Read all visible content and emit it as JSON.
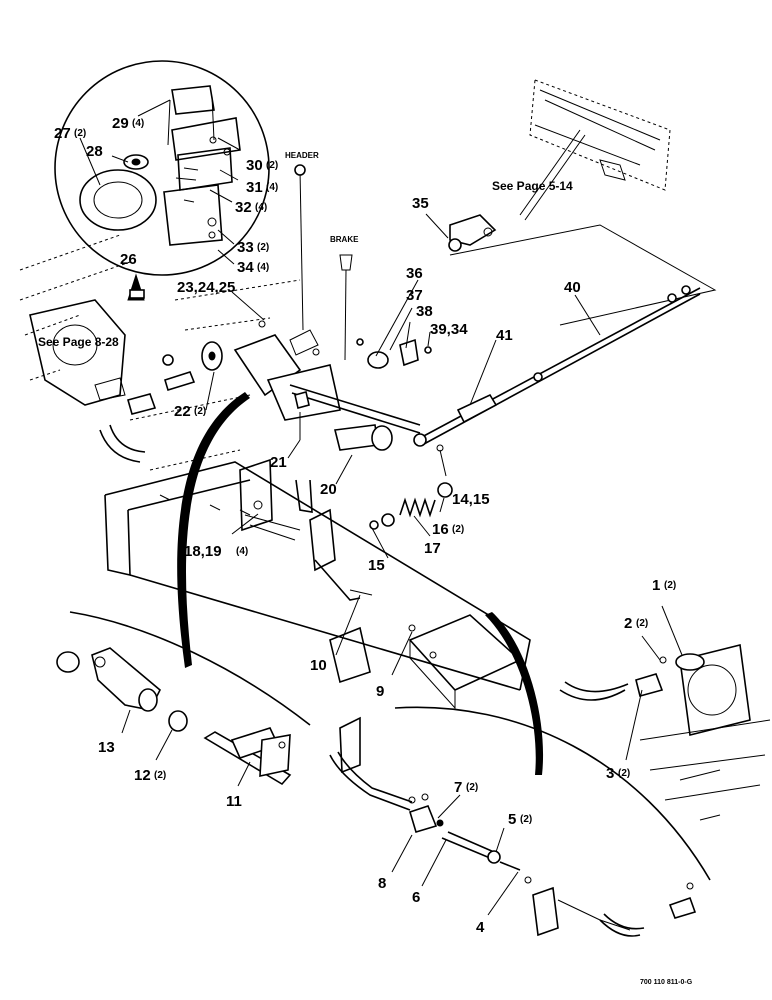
{
  "labels": {
    "p1": "1",
    "p1q": "(2)",
    "p2": "2",
    "p2q": "(2)",
    "p3": "3",
    "p3q": "(2)",
    "p4": "4",
    "p5": "5",
    "p5q": "(2)",
    "p6": "6",
    "p7": "7",
    "p7q": "(2)",
    "p8": "8",
    "p9": "9",
    "p10": "10",
    "p11": "11",
    "p12": "12",
    "p12q": "(2)",
    "p13": "13",
    "p14": "14,15",
    "p15": "15",
    "p16": "16",
    "p16q": "(2)",
    "p17": "17",
    "p18": "18,19",
    "p18q": "(4)",
    "p20": "20",
    "p21": "21",
    "p22": "22",
    "p22q": "(2)",
    "p23": "23,24,25",
    "p26": "26",
    "p27": "27",
    "p27q": "(2)",
    "p28": "28",
    "p29": "29",
    "p29q": "(4)",
    "p30": "30",
    "p30q": "(2)",
    "p31": "31",
    "p31q": "(4)",
    "p32": "32",
    "p32q": "(4)",
    "p33": "33",
    "p33q": "(2)",
    "p34": "34",
    "p34q": "(4)",
    "p35": "35",
    "p36": "36",
    "p37": "37",
    "p38": "38",
    "p39": "39,34",
    "p40": "40",
    "p41": "41"
  },
  "refs": {
    "page_5_14": "See Page 5-14",
    "page_8_28": "See Page 8-28",
    "header": "HEADER",
    "brake": "BRAKE"
  },
  "figure_number": "700 110 811-0-G"
}
